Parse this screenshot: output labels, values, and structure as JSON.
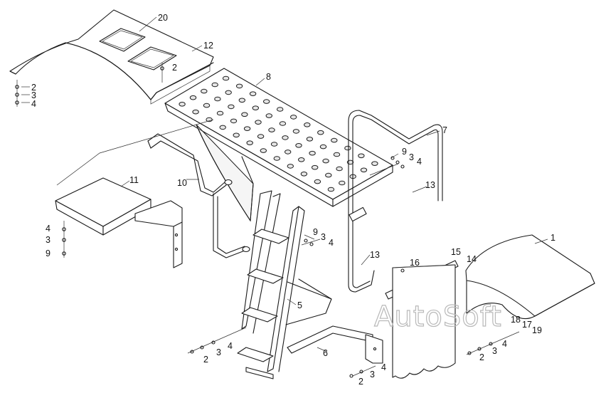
{
  "watermark": "AutoSoft",
  "callouts": [
    {
      "id": "c20",
      "text": "20"
    },
    {
      "id": "c12",
      "text": "12"
    },
    {
      "id": "c2a",
      "text": "2"
    },
    {
      "id": "c2b",
      "text": "2"
    },
    {
      "id": "c3a",
      "text": "3"
    },
    {
      "id": "c4a",
      "text": "4"
    },
    {
      "id": "c8",
      "text": "8"
    },
    {
      "id": "c7",
      "text": "7"
    },
    {
      "id": "c9a",
      "text": "9"
    },
    {
      "id": "c3b",
      "text": "3"
    },
    {
      "id": "c4b",
      "text": "4"
    },
    {
      "id": "c13a",
      "text": "13"
    },
    {
      "id": "c11",
      "text": "11"
    },
    {
      "id": "c10",
      "text": "10"
    },
    {
      "id": "c4c",
      "text": "4"
    },
    {
      "id": "c3c",
      "text": "3"
    },
    {
      "id": "c9b",
      "text": "9"
    },
    {
      "id": "c9c",
      "text": "9"
    },
    {
      "id": "c3d",
      "text": "3"
    },
    {
      "id": "c4d",
      "text": "4"
    },
    {
      "id": "c13b",
      "text": "13"
    },
    {
      "id": "c1",
      "text": "1"
    },
    {
      "id": "c15",
      "text": "15"
    },
    {
      "id": "c16",
      "text": "16"
    },
    {
      "id": "c14",
      "text": "14"
    },
    {
      "id": "c5",
      "text": "5"
    },
    {
      "id": "c18",
      "text": "18"
    },
    {
      "id": "c17",
      "text": "17"
    },
    {
      "id": "c19",
      "text": "19"
    },
    {
      "id": "c4e",
      "text": "4"
    },
    {
      "id": "c3e",
      "text": "3"
    },
    {
      "id": "c2c",
      "text": "2"
    },
    {
      "id": "c6",
      "text": "6"
    },
    {
      "id": "c4f",
      "text": "4"
    },
    {
      "id": "c3f",
      "text": "3"
    },
    {
      "id": "c2d",
      "text": "2"
    },
    {
      "id": "c4g",
      "text": "4"
    },
    {
      "id": "c3g",
      "text": "3"
    },
    {
      "id": "c2e",
      "text": "2"
    }
  ]
}
